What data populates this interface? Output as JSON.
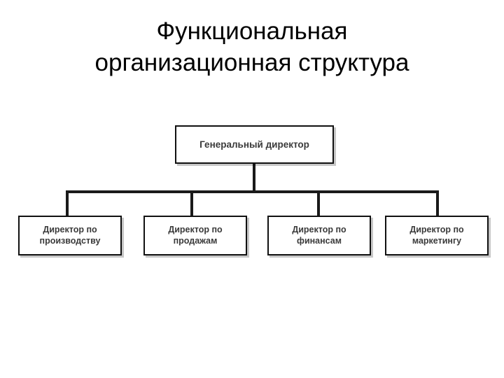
{
  "slide": {
    "title": "Функциональная\nорганизационная структура",
    "background_color": "#ffffff",
    "line_color": "#1a1a1a",
    "box_border_color": "#111111",
    "box_text_color": "#3a3a3a",
    "title_color": "#000000"
  },
  "chart_data": {
    "type": "diagram",
    "diagram_kind": "organizational-chart",
    "title": "Функциональная организационная структура",
    "orientation": "top-down",
    "levels": 2,
    "root": {
      "id": "ceo",
      "label": "Генеральный директор",
      "level": 0
    },
    "children": [
      {
        "id": "production",
        "label": "Директор по\nпроизводству",
        "level": 1,
        "parent": "ceo"
      },
      {
        "id": "sales",
        "label": "Директор по\nпродажам",
        "level": 1,
        "parent": "ceo"
      },
      {
        "id": "finance",
        "label": "Директор по\nфинансам",
        "level": 1,
        "parent": "ceo"
      },
      {
        "id": "marketing",
        "label": "Директор по\nмаркетингу",
        "level": 1,
        "parent": "ceo"
      }
    ],
    "edges": [
      {
        "from": "ceo",
        "to": "production"
      },
      {
        "from": "ceo",
        "to": "sales"
      },
      {
        "from": "ceo",
        "to": "finance"
      },
      {
        "from": "ceo",
        "to": "marketing"
      }
    ]
  }
}
